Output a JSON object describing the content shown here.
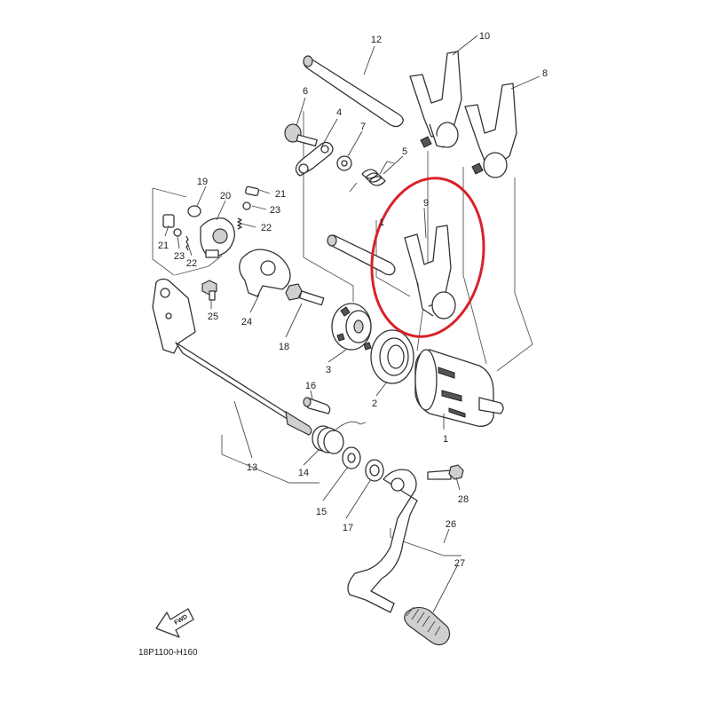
{
  "diagram": {
    "caption": "18P1100-H160",
    "fwd_label": "FWD",
    "highlight_color": "#d8222a",
    "labels": {
      "p1": "1",
      "p1b": "1",
      "p2": "2",
      "p3": "3",
      "p4": "4",
      "p5": "5",
      "p6": "6",
      "p7": "7",
      "p8": "8",
      "p9": "9",
      "p10": "10",
      "p12": "12",
      "p13": "13",
      "p14": "14",
      "p15": "15",
      "p16": "16",
      "p17": "17",
      "p18": "18",
      "p19": "19",
      "p20": "20",
      "p21a": "21",
      "p21b": "21",
      "p22a": "22",
      "p22b": "22",
      "p23a": "23",
      "p23b": "23",
      "p24": "24",
      "p25": "25",
      "p26": "26",
      "p27": "27",
      "p28": "28"
    }
  }
}
